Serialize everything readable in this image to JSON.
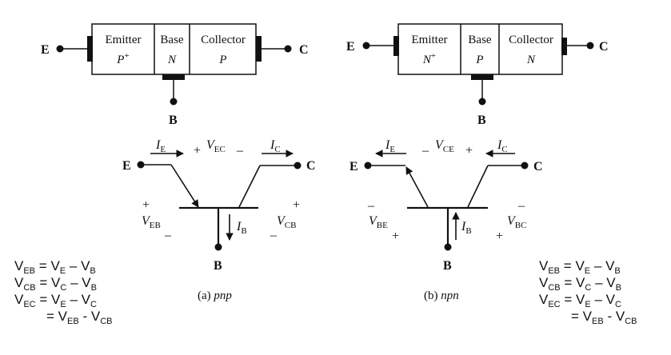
{
  "pnp": {
    "terminals": {
      "emitter": "E",
      "collector": "C",
      "base": "B"
    },
    "regions": [
      {
        "name": "Emitter",
        "type": "P",
        "sup": "+"
      },
      {
        "name": "Base",
        "type": "N",
        "sup": ""
      },
      {
        "name": "Collector",
        "type": "P",
        "sup": ""
      }
    ],
    "currents": {
      "ie": "I",
      "ie_sub": "E",
      "ic": "I",
      "ic_sub": "C",
      "ib": "I",
      "ib_sub": "B"
    },
    "voltages": {
      "vec": "V",
      "vec_sub": "EC",
      "veb": "V",
      "veb_sub": "EB",
      "vcb": "V",
      "vcb_sub": "CB"
    },
    "caption_prefix": "(a) ",
    "caption_type": "pnp"
  },
  "npn": {
    "terminals": {
      "emitter": "E",
      "collector": "C",
      "base": "B"
    },
    "regions": [
      {
        "name": "Emitter",
        "type": "N",
        "sup": "+"
      },
      {
        "name": "Base",
        "type": "P",
        "sup": ""
      },
      {
        "name": "Collector",
        "type": "N",
        "sup": ""
      }
    ],
    "currents": {
      "ie": "I",
      "ie_sub": "E",
      "ic": "I",
      "ic_sub": "C",
      "ib": "I",
      "ib_sub": "B"
    },
    "voltages": {
      "vce": "V",
      "vce_sub": "CE",
      "vbe": "V",
      "vbe_sub": "BE",
      "vbc": "V",
      "vbc_sub": "BC"
    },
    "caption_prefix": "(b) ",
    "caption_type": "npn"
  },
  "signs": {
    "plus": "+",
    "minus": "–"
  },
  "equations": {
    "l1": {
      "lhs": "V",
      "lhs_sub": "EB",
      "a": "V",
      "a_sub": "E",
      "op": "–",
      "b": "V",
      "b_sub": "B"
    },
    "l2": {
      "lhs": "V",
      "lhs_sub": "CB",
      "a": "V",
      "a_sub": "C",
      "op": "–",
      "b": "V",
      "b_sub": "B"
    },
    "l3": {
      "lhs": "V",
      "lhs_sub": "EC",
      "a": "V",
      "a_sub": "E",
      "op": "–",
      "b": "V",
      "b_sub": "C"
    },
    "l4": {
      "a": "V",
      "a_sub": "EB",
      "op": "-",
      "b": "V",
      "b_sub": "CB"
    },
    "eq_sign": "="
  }
}
